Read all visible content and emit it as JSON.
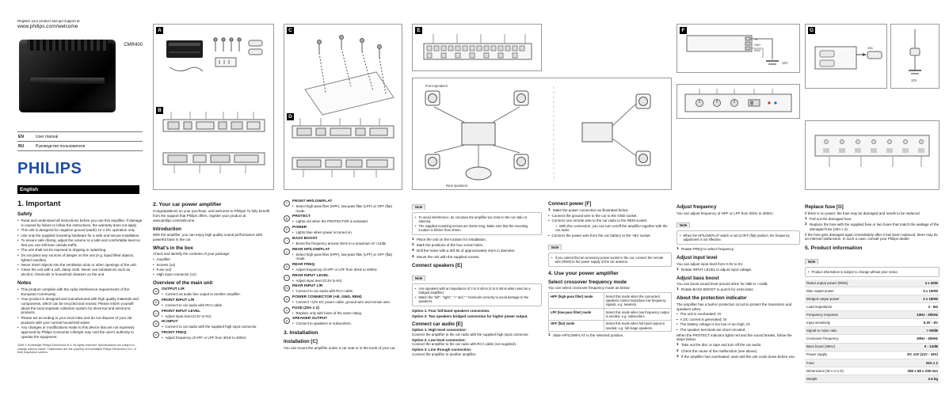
{
  "labels": {
    "note": "Note"
  },
  "figures": {
    "a": "A",
    "b": "B",
    "c": "C",
    "d": "D",
    "e": "E",
    "f": "F",
    "g": "G",
    "front_speakers": "Front speakers",
    "rear_speakers": "Rear speakers",
    "v12": "12V",
    "a25": "25A",
    "pb": "+B",
    "gnd": "GND",
    "rem": "REM"
  },
  "meta": {
    "register_line": "Register your product and get support at",
    "url": "www.philips.com/welcome",
    "model": "CMR400",
    "brand": "PHILIPS",
    "lang": [
      {
        "code": "EN",
        "name": "User manual"
      },
      {
        "code": "RU",
        "name": "Руководство пользователя"
      }
    ]
  },
  "left": {
    "bar": "English",
    "h1": "1. Important",
    "safety_h": "Safety",
    "safety": [
      "Read and understand all instructions before you use this amplifier. If damage is caused by failure to follow the instructions, the warranty does not apply.",
      "This unit is designed for negative ground (earth) 12 V DC operation only.",
      "Use only the supplied mounting hardware for a safe and secure installation.",
      "To ensure safe driving, adjust the volume to a safe and comfortable level so that you can still hear outside traffic.",
      "The unit shall not be exposed to dripping or splashing.",
      "Do not place any sources of danger on the unit (e.g. liquid filled objects, lighted candles).",
      "Never insert objects into the ventilation slots or other openings of the unit.",
      "Clean the unit with a soft, damp cloth. Never use substances such as alcohol, chemicals or household cleaners on the unit."
    ],
    "notes_h": "Notes",
    "notes": [
      "This product complies with the radio interference requirements of the European Community.",
      "Your product is designed and manufactured with high quality materials and components, which can be recycled and reused. Please inform yourself about the local separate collection system for electrical and electronic products.",
      "Please act according to your local rules and do not dispose of your old products with your normal household waste.",
      "Any changes or modifications made to this device that are not expressly approved by Philips Consumer Lifestyle may void the user's authority to operate the equipment."
    ],
    "legal": "2008 © Koninklijke Philips Electronics N.V. All rights reserved. Specifications are subject to change without notice. Trademarks are the property of Koninklijke Philips Electronics N.V. or their respective owners."
  },
  "col2": {
    "h": "2. Your car power amplifier",
    "intro_p": "Congratulations on your purchase, and welcome to Philips! To fully benefit from the support that Philips offers, register your product at www.philips.com/welcome.",
    "introduction_h": "Introduction",
    "introduction_p": "With the amplifier, you can enjoy high quality sound performance with powerful bass in the car.",
    "box_h": "What's in the box",
    "box_p": "Check and identify the contents of your package:",
    "box_items": [
      "Amplifier",
      "Screws (x4)",
      "Fuse (x2)",
      "High input connector (x1)"
    ],
    "overview_h": "Overview of the main unit",
    "overview": [
      {
        "b": "a",
        "label": "OUTPUT L/R",
        "desc": "Connect as audio line output to another amplifier."
      },
      {
        "b": "b",
        "label": "FRONT INPUT L/R",
        "desc": "Connect to car audio with RCA cable."
      },
      {
        "b": "c",
        "label": "FRONT INPUT LEVEL",
        "desc": "Adjust input level (0.3V to 6V)."
      },
      {
        "b": "d",
        "label": "HI INPUT",
        "desc": "Connect to car audio with the supplied high input connector."
      },
      {
        "b": "e",
        "label": "FRONT FREQ",
        "desc": "Adjust frequency of HPF or LPF from 30Hz to 400Hz."
      }
    ]
  },
  "col3": {
    "items": [
      {
        "b": "f",
        "label": "FRONT HP/LOW/FLAT",
        "desc": "Select high-pass filter (HPF), low-pass filter (LPF) or OFF (flat) mode."
      },
      {
        "b": "g",
        "label": "PROTECT",
        "desc": "Lights red when the PROTECTOR is activated."
      },
      {
        "b": "h",
        "label": "POWER",
        "desc": "Lights blue when power is turned on."
      },
      {
        "b": "i",
        "label": "BASS BOOST",
        "desc": "Boost the frequency around 45Hz to a maximum of +12dB."
      },
      {
        "b": "j",
        "label": "REAR HP/LOW/FLAT",
        "desc": "Select high-pass filter (HPF), low-pass filter (LPF) or OFF (flat) mode."
      },
      {
        "b": "k",
        "label": "REAR FREQ",
        "desc": "Adjust frequency of HPF or LPF from 30Hz to 400Hz."
      },
      {
        "b": "l",
        "label": "REAR INPUT LEVEL",
        "desc": "Adjust input level (0.3V to 6V)."
      },
      {
        "b": "m",
        "label": "REAR INPUT L/R",
        "desc": "Connect to car audio with RCA cable."
      },
      {
        "b": "n",
        "label": "POWER CONNECTOR (+B, GND, REM)",
        "desc": "Connect +12V DC power cable, ground wire and remote wire."
      },
      {
        "b": "o",
        "label": "FUSE (25A x 2)",
        "desc": "Replace only with fuses of the same rating."
      },
      {
        "b": "p",
        "label": "SPEAKER OUTPUT",
        "desc": "Connect to speakers or subwoofers."
      }
    ],
    "h": "3. Installation",
    "inst_h": "Installation [C]",
    "inst_p": "You can mount the amplifier under a car seat or in the trunk of your car."
  },
  "col4": {
    "note1": [
      "To avoid interference, do not place the amplifier too close to the car radio or antenna.",
      "The supplied mounting screws are 20mm long. Make sure that the mounting location is thicker than 20mm."
    ],
    "steps": [
      {
        "n": "1",
        "t": "Place the unit on the location for installation."
      },
      {
        "n": "2",
        "t": "Mark the positions of the four screw holes."
      },
      {
        "n": "3",
        "t": "Drill the holes with a drill bit of approximately 4mm in diameter."
      },
      {
        "n": "4",
        "t": "Mount the unit with the supplied screws."
      }
    ],
    "speakers_h": "Connect speakers [E]",
    "note2": [
      "Use speakers with an impedance of 2 to 8 ohms (4 to 8 ohms when used as a bridged amplifier).",
      "Match the \"left\", \"right\", \"+\" and \"-\" terminals correctly to avoid damage to the speakers."
    ],
    "sp_options": [
      "Option 1: Four full-band speakers connection.",
      "Option 2: Two speakers bridged connection for higher power output."
    ],
    "audio_h": "Connect car audio [E]",
    "audio": [
      {
        "o": "Option 1: High level connection:",
        "d": "Connect the amplifier to the car radio with the supplied high input connector."
      },
      {
        "o": "Option 2: Low level connection:",
        "d": "Connect the amplifier to the car radio with RCA cable (not supplied)."
      },
      {
        "o": "Option 3: Line through connection:",
        "d": "Connect the amplifier to another amplifier."
      }
    ]
  },
  "col5": {
    "power_h": "Connect power [F]",
    "power_step": {
      "n": "1",
      "t": "Make the power connection as illustrated below."
    },
    "power_b1": [
      "Connect the ground wire to the car to the GND socket.",
      "Connect one remote wire to the car radio to the REM socket."
    ],
    "power_check": "✓ With this connection, you can turn on/off the amplifier together with the car radio.",
    "power_b2": [
      "Connect the power wire from the car battery to the +BV socket."
    ],
    "note": "If you cannot find an accessory power socket in the car, connect the remote wire (REM) to the power supply of the car antenna.",
    "h4": "4. Use your power amplifier",
    "cross_h": "Select crossover frequency mode",
    "cross_p": "You can select crossover frequency mode as below:",
    "cross_rows": [
      {
        "m": "HPF (high-pass filter) mode",
        "d": "Select this mode when the connected speakers cannot reproduce low frequency signals, e.g. tweeters."
      },
      {
        "m": "LPF (low-pass filter) mode",
        "d": "Select this mode when low frequency output is needed, e.g. subwoofers."
      },
      {
        "m": "OFF (flat) mode",
        "d": "Select this mode when full band output is needed, e.g. full range speakers."
      }
    ],
    "cross_step": {
      "n": "1",
      "t": "Slide HP/LOW/FLAT to the selected position."
    }
  },
  "col6": {
    "freq_h": "Adjust frequency",
    "freq_p": "You can adjust frequency of HPF or LPF from 30Hz to 400Hz.",
    "freq_note": "When the HP/LOW/FLAT switch is set at OFF (flat) position, the frequency adjustment is not effective.",
    "freq_step": {
      "n": "1",
      "t": "Rotate FREQ to select frequency."
    },
    "level_h": "Adjust input level",
    "level_p": "You can adjust input level from 0.3V to 6V.",
    "level_step": {
      "n": "1",
      "t": "Rotate INPUT LEVEL to adjust input voltage."
    },
    "bass_h": "Adjust bass boost",
    "bass_p": "You can boost sound level around 45Hz for 0dB to +12dB.",
    "bass_step": {
      "n": "1",
      "t": "Rotate BASS BOOST to punch for extra bass."
    },
    "prot_h": "About the protection indicator",
    "prot_p": "The amplifier has a built-in protection circuit to protect the transistors and speakers when:",
    "prot_bullets": [
      "The unit is overheated; Or",
      "A DC current is generated; Or",
      "The battery voltage is too low or too high; Or",
      "The speaker terminals are short-circuited."
    ],
    "prot_p2": "When the PROTECT indicator lights red and the sound breaks, follow the steps below:",
    "prot_steps": [
      {
        "n": "1",
        "t": "Take out the disc or tape and turn off the car audio."
      },
      {
        "n": "2",
        "t": "Check the cause of the malfunction (see above)."
      },
      {
        "n": "3",
        "t": "If the amplifier has overheated, wait until the unit cools down before use."
      }
    ]
  },
  "col7": {
    "fuse_h": "Replace fuse [G]",
    "fuse_p": "If there is no power, the fuse may be damaged and needs to be replaced.",
    "fuse_steps": [
      {
        "n": "1",
        "t": "Pull out the damaged fuse."
      },
      {
        "n": "2",
        "t": "Replace the fuse with the supplied fuse or two fuses that match the wattage of the damaged fuse (25A x 2)."
      }
    ],
    "fuse_p2": "If the fuse gets damaged again immediately after it has been replaced, there may be an internal malfunction. In such a case, consult your Philips dealer.",
    "h5": "5. Product information",
    "note": "Product information is subject to change without prior notice.",
    "specs": [
      {
        "k": "Rated output power (RMS)",
        "v": "4 x 60W"
      },
      {
        "k": "Max output power",
        "v": "4 x 150W"
      },
      {
        "k": "Bridged output power",
        "v": "2 x 180W"
      },
      {
        "k": "Load impedance",
        "v": "2 - 8Ω"
      },
      {
        "k": "Frequency response",
        "v": "10Hz - 30kHz"
      },
      {
        "k": "Input sensitivity",
        "v": "0.3V - 6V"
      },
      {
        "k": "Signal to noise ratio",
        "v": "> 90dB"
      },
      {
        "k": "Crossover frequency",
        "v": "30Hz - 400Hz"
      },
      {
        "k": "Bass boost (45Hz)",
        "v": "0 - 12dB"
      },
      {
        "k": "Power supply",
        "v": "DC 12V (11V - 16V)"
      },
      {
        "k": "Fuse",
        "v": "25A x 2"
      },
      {
        "k": "Dimensions (W x H x D)",
        "v": "256 x 58 x 238 mm"
      },
      {
        "k": "Weight",
        "v": "2.6 kg"
      }
    ]
  }
}
